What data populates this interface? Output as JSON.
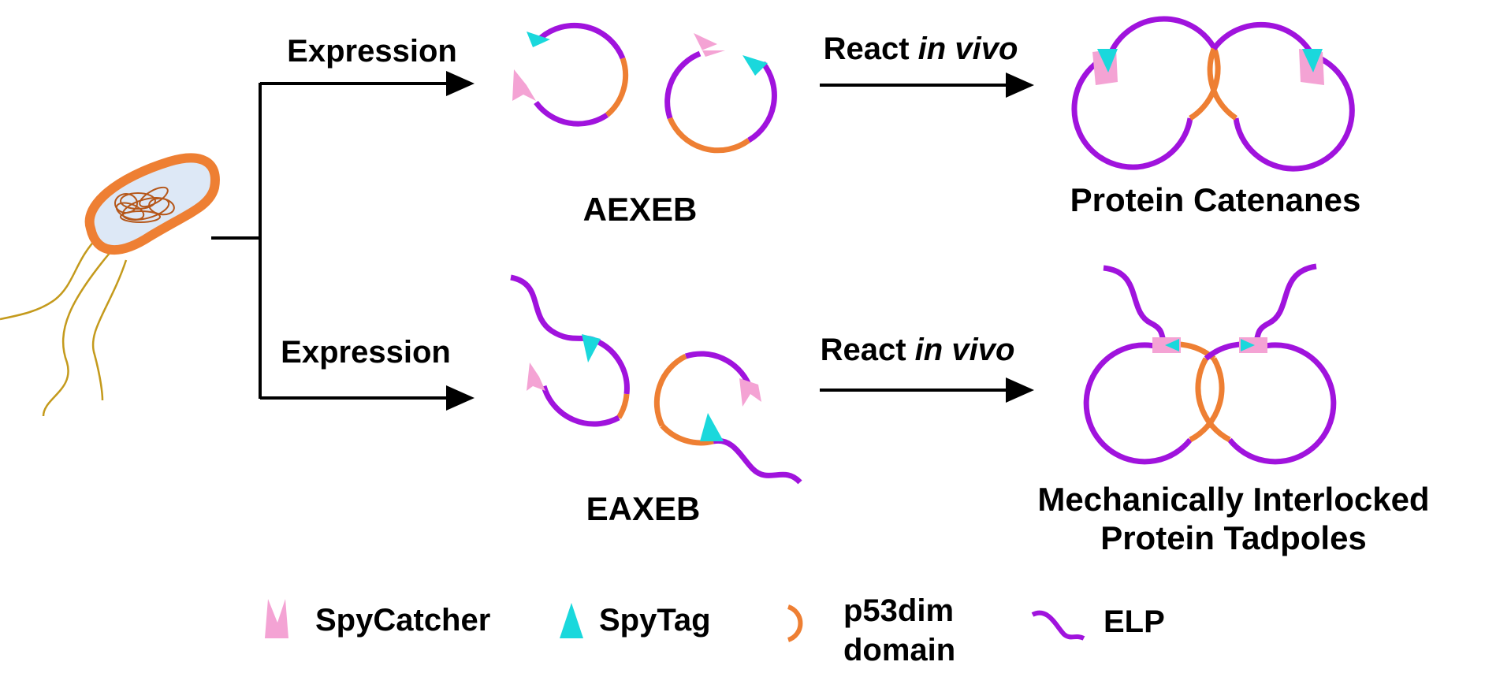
{
  "colors": {
    "elp": "#a013dd",
    "p53dim": "#ee7f33",
    "spytag": "#1ad8dc",
    "spycatcher": "#f4a3d4",
    "line": "#000000",
    "cell_fill": "#dde8f6",
    "flagella": "#c49a1c"
  },
  "top_row": {
    "arrow1_label": "Expression",
    "arrow2_label_prefix": "React ",
    "arrow2_label_italic": "in vivo",
    "intermediate_name": "AEXEB",
    "product_name": "Protein Catenanes"
  },
  "bottom_row": {
    "arrow1_label": "Expression",
    "arrow2_label_prefix": "React ",
    "arrow2_label_italic": "in vivo",
    "intermediate_name": "EAXEB",
    "product_name_line1": "Mechanically Interlocked",
    "product_name_line2": "Protein Tadpoles"
  },
  "legend": {
    "spycatcher": "SpyCatcher",
    "spytag": "SpyTag",
    "p53dim_line1": "p53dim",
    "p53dim_line2": "domain",
    "elp": "ELP"
  },
  "icons": [
    "bacterium-icon",
    "spycatcher-icon",
    "spytag-icon",
    "p53dim-icon",
    "elp-icon"
  ]
}
